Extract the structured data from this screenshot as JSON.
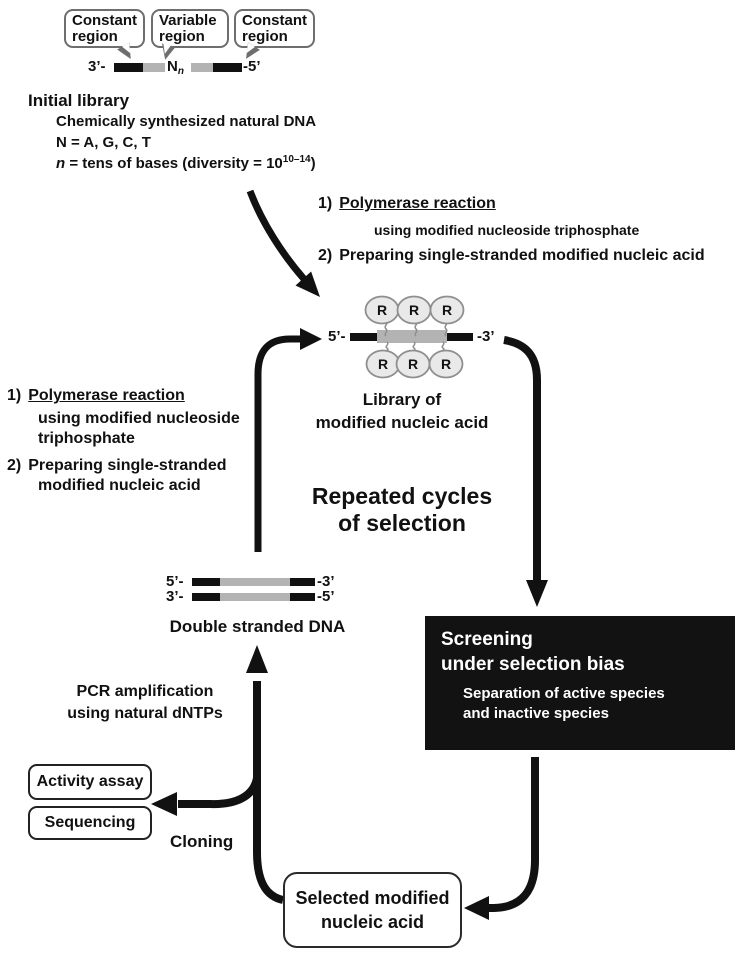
{
  "colors": {
    "ink": "#111111",
    "bar_gray": "#b3b3b3",
    "circle_fill": "#e9e9e9",
    "circle_stroke": "#8f8f8f",
    "screening_bg": "#121212",
    "screening_text": "#ffffff",
    "bubble_border": "#6e6e6e"
  },
  "callouts": {
    "left": "Constant region",
    "middle": "Variable region",
    "right": "Constant region"
  },
  "initial_strand": {
    "left_end": "3’-",
    "n_base": "N",
    "n_sub": "n",
    "right_end": "-5’"
  },
  "initial_library": {
    "title": "Initial library",
    "line1": "Chemically synthesized natural DNA",
    "line2": "N = A, G, C, T",
    "line3_italic": "n",
    "line3_text": " = tens of bases (diversity = 10",
    "line3_sup": "10–14",
    "line3_close": ")"
  },
  "steps_right": {
    "step1_num": "1)",
    "step1_title": "Polymerase reaction",
    "step1_detail": "using modified nucleoside triphosphate",
    "step2_num": "2)",
    "step2_text": "Preparing single-stranded modified nucleic acid"
  },
  "steps_left": {
    "step1_num": "1)",
    "step1_title": "Polymerase reaction",
    "step1_detail_line1": "using modified nucleoside",
    "step1_detail_line2": "triphosphate",
    "step2_num": "2)",
    "step2_line1": "Preparing single-stranded",
    "step2_line2": "modified nucleic acid"
  },
  "modified_library": {
    "left_end": "5’-",
    "right_end": "-3’",
    "r_label": "R",
    "label_line1": "Library of",
    "label_line2": "modified nucleic acid"
  },
  "cycle": {
    "line1": "Repeated cycles",
    "line2": "of selection"
  },
  "dsdna": {
    "top_left": "5’-",
    "top_right": "-3’",
    "bottom_left": "3’-",
    "bottom_right": "-5’",
    "label": "Double stranded DNA"
  },
  "pcr": {
    "line1": "PCR amplification",
    "line2": "using natural dNTPs"
  },
  "screening": {
    "title_line1": "Screening",
    "title_line2": "under selection bias",
    "detail_line1": "Separation of active species",
    "detail_line2": "and inactive species"
  },
  "outputs": {
    "activity": "Activity assay",
    "sequencing": "Sequencing",
    "cloning": "Cloning"
  },
  "selected": {
    "line1": "Selected modified",
    "line2": "nucleic acid"
  }
}
